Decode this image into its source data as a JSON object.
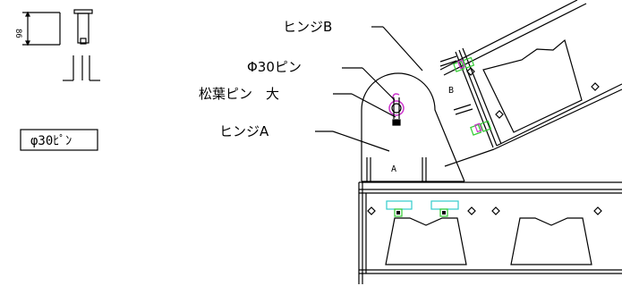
{
  "labels": {
    "hinge_b": "ヒンジB",
    "pin_30": "Φ30ピン",
    "pine_pin": "松葉ピン　大",
    "hinge_a": "ヒンジA",
    "marker_a": "A",
    "marker_b": "B"
  },
  "detail": {
    "dimension": "86",
    "pin_callout": "φ30ﾋﾟﾝ"
  },
  "colors": {
    "line": "#000000",
    "pin_highlight": "#cc33cc",
    "bolt_green": "#33cc33",
    "plate_cyan": "#33cccc"
  }
}
